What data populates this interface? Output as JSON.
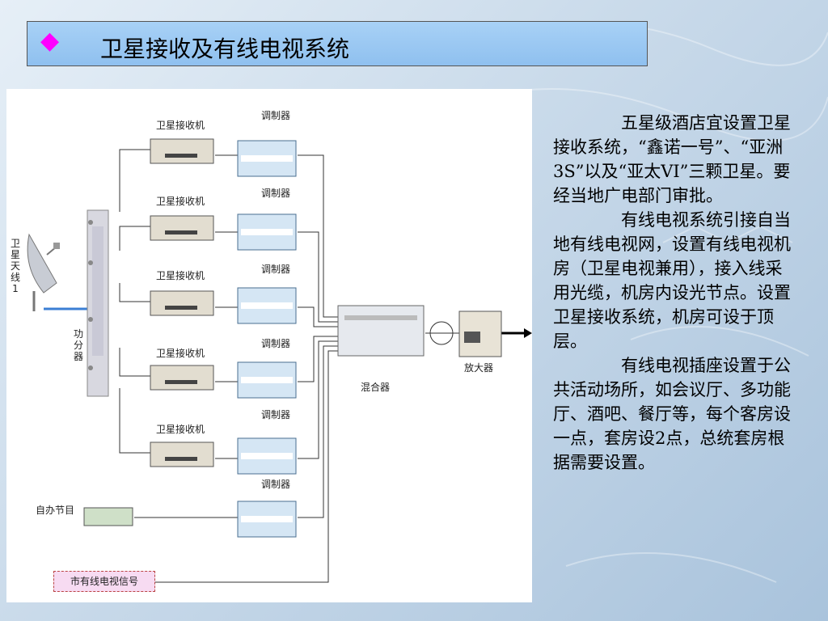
{
  "slide": {
    "title": "卫星接收及有线电视系统",
    "bullet": "◆"
  },
  "diagram": {
    "receiver_label": "卫星接收机",
    "modulator_label": "调制器",
    "antenna_label": "卫星天线1",
    "splitter_label": "功分器",
    "mixer_label": "混合器",
    "amplifier_label": "放大器",
    "local_program_label": "自办节目",
    "city_cable_label": "市有线电视信号"
  },
  "text": {
    "paragraph1": "五星级酒店宜设置卫星接收系统，“鑫诺一号”、“亚洲3S”以及“亚太VI”三颗卫星。要经当地广电部门审批。",
    "paragraph2": "有线电视系统引接自当地有线电视网，设置有线电视机房（卫星电视兼用），接入线采用光缆，机房内设光节点。设置卫星接收系统，机房可设于顶层。",
    "paragraph3": "有线电视插座设置于公共活动场所，如会议厅、多功能厅、酒吧、餐厅等，每个客房设一点，套房设2点，总统套房根据需要设置。"
  },
  "colors": {
    "title_bg": "#a8d1f6",
    "bullet": "#ff00ff",
    "diagram_bg": "#ffffff",
    "local_box_bg": "#f7dbf2"
  }
}
